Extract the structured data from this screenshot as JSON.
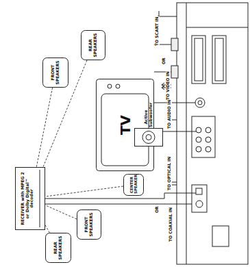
{
  "diagram": {
    "nodes": [
      {
        "text": [
          "TV"
        ]
      },
      {
        "text": [
          "FRONT SPEAKERS"
        ]
      },
      {
        "text": [
          "REAR SPEAKERS"
        ]
      },
      {
        "text": [
          "REAR SPEAKERS"
        ]
      },
      {
        "text": [
          "FRONT SPEAKERS"
        ]
      },
      {
        "text": [
          "CENTER SPEAKER"
        ]
      },
      {
        "text": [
          "RECEIVER with MPEG 2 or Dolby Digital™ decoder"
        ]
      },
      {
        "text": [
          "Active Subwoofer"
        ]
      }
    ],
    "edges": [
      {
        "from": 1,
        "to": 6,
        "arrow": "none"
      },
      {
        "from": 2,
        "to": 6,
        "arrow": "none"
      },
      {
        "from": 3,
        "to": 6,
        "arrow": "none"
      },
      {
        "from": 4,
        "to": 6,
        "arrow": "none"
      },
      {
        "from": 5,
        "to": 6,
        "arrow": "none"
      }
    ],
    "labels": [
      "TO SCART IN",
      "OR",
      "TO VIDEO IN",
      "TO AUDIO IN",
      "TO OPTICAL IN",
      "OR",
      "TO COAXIAL IN"
    ]
  }
}
